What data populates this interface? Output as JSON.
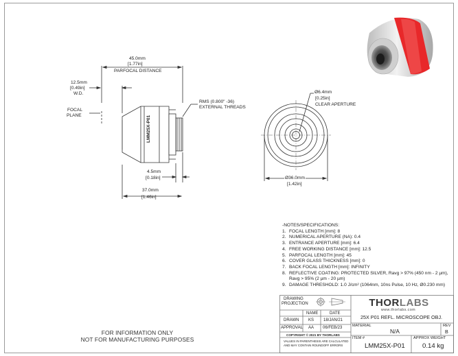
{
  "dimensions": {
    "parfocal_mm": "45.0mm",
    "parfocal_in": "[1.77in]",
    "parfocal_label": "PARFOCAL DISTANCE",
    "wd_mm": "12.5mm",
    "wd_in": "[0.49in]",
    "wd_label": "W.D.",
    "focal_plane_1": "FOCAL",
    "focal_plane_2": "PLANE",
    "thread_1": "RMS (0.800\" -36)",
    "thread_2": "EXTERNAL THREADS",
    "flange_mm": "4.5mm",
    "flange_in": "[0.18in]",
    "length_mm": "37.0mm",
    "length_in": "[1.46in]",
    "aperture_mm": "Ø6.4mm",
    "aperture_in": "[0.25in]",
    "aperture_label": "CLEAR APERTURE",
    "od_mm": "Ø36.0mm",
    "od_in": "[1.42in]",
    "body_engraving": "LMM25X-P01"
  },
  "notes": {
    "title": "-NOTES/SPECIFICATIONS:",
    "items": [
      {
        "num": "1.",
        "text": "FOCAL LENGTH [mm]: 8"
      },
      {
        "num": "2.",
        "text": "NUMERICAL APERTURE (NA): 0.4"
      },
      {
        "num": "3.",
        "text": "ENTRANCE APERTURE [mm]: 6.4"
      },
      {
        "num": "4.",
        "text": "FREE WORKING DISTANCE [mm]: 12.5"
      },
      {
        "num": "5.",
        "text": "PARFOCAL LENGTH [mm]: 45"
      },
      {
        "num": "6.",
        "text": "COVER GLASS THICKNESS [mm]: 0"
      },
      {
        "num": "7.",
        "text": "BACK FOCAL LENGTH [mm]: INFINITY"
      },
      {
        "num": "8.",
        "text": "REFLECTIVE COATING: PROTECTED SILVER, Ravg > 97% (450 nm - 2 µm),"
      },
      {
        "num": "9.",
        "text": "DAMAGE THRESHOLD: 1.0 J/cm² (1064nm, 10ns Pulse, 10 Hz, Ø0.230 mm)"
      }
    ],
    "item8_cont": "Ravg > 95% (2 µm - 20 µm)"
  },
  "disclaimer": {
    "line1": "FOR INFORMATION ONLY",
    "line2": "NOT FOR MANUFACTURING PURPOSES"
  },
  "title_block": {
    "drawing_projection_1": "DRAWING",
    "drawing_projection_2": "PROJECTION",
    "logo_thor": "THOR",
    "logo_labs": "LABS",
    "url": "www.thorlabs.com",
    "description": "25X P01 REFL. MICROSCOPE OBJ.",
    "name_header": "NAME",
    "date_header": "DATE",
    "drawn_label": "DRAWN",
    "drawn_name": "KS",
    "drawn_date": "18/JAN/21",
    "approval_label": "APPROVAL",
    "approval_name": "AA",
    "approval_date": "06/FEB/23",
    "copyright": "COPYRIGHT © 2021 BY THORLABS",
    "values_note_1": "VALUES IN PARENTHESIS ARE CALCULATED",
    "values_note_2": "AND MAY CONTAIN ROUNDOFF ERRORS",
    "material_label": "MATERIAL",
    "material_value": "N/A",
    "rev_label": "REV",
    "rev_value": "B",
    "item_label": "ITEM #",
    "item_value": "LMM25X-P01",
    "weight_label": "APPROX WEIGHT",
    "weight_value": "0.14 kg"
  },
  "colors": {
    "line": "#333333",
    "red_band": "#e8282a",
    "body_silver": "#d9d9d9"
  }
}
